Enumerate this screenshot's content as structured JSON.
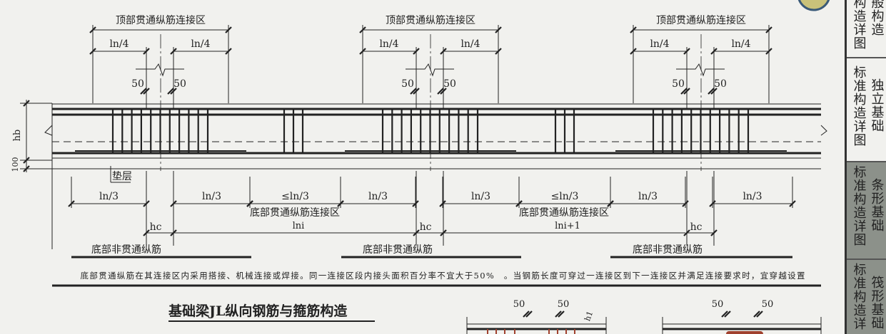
{
  "top_zone_label": "顶部贯通纵筋连接区",
  "ln4": "ln/4",
  "dim50": "50",
  "hb": "hb",
  "dim100": "100",
  "cushion": "垫层",
  "ln3": "ln/3",
  "le_ln3": "≤ln/3",
  "bottom_zone_label": "底部贯通纵筋连接区",
  "hc": "hc",
  "lni": "lni",
  "lni1": "lni+1",
  "bottom_noncontinuous": "底部非贯通纵筋",
  "note": "底部贯通纵筋在其连接区内采用搭接、机械连接或焊接。同一连接区段内接头面积百分率不宜大于50%　。当钢筋长度可穿过一连接区到下一连接区并满足连接要求时，宜穿越设置",
  "figure_title": "基础梁JL纵向钢筋与箍筋构造",
  "h1": "h1",
  "sidebar": [
    {
      "col1": "构造详图",
      "col2": "般构造",
      "bg": "#f1f1ee"
    },
    {
      "col1": "标准构造详图",
      "col2": "独立基础",
      "bg": "#f1f1ee"
    },
    {
      "col1": "标准构造详图",
      "col2": "条形基础",
      "bg": "#8c918a"
    },
    {
      "col1": "标准构造详",
      "col2": "筏形基础",
      "bg": "#8c918a"
    }
  ],
  "colors": {
    "line": "#222222",
    "stirrup_red": "#a0412e",
    "sidebar_active": "#8c918a"
  }
}
